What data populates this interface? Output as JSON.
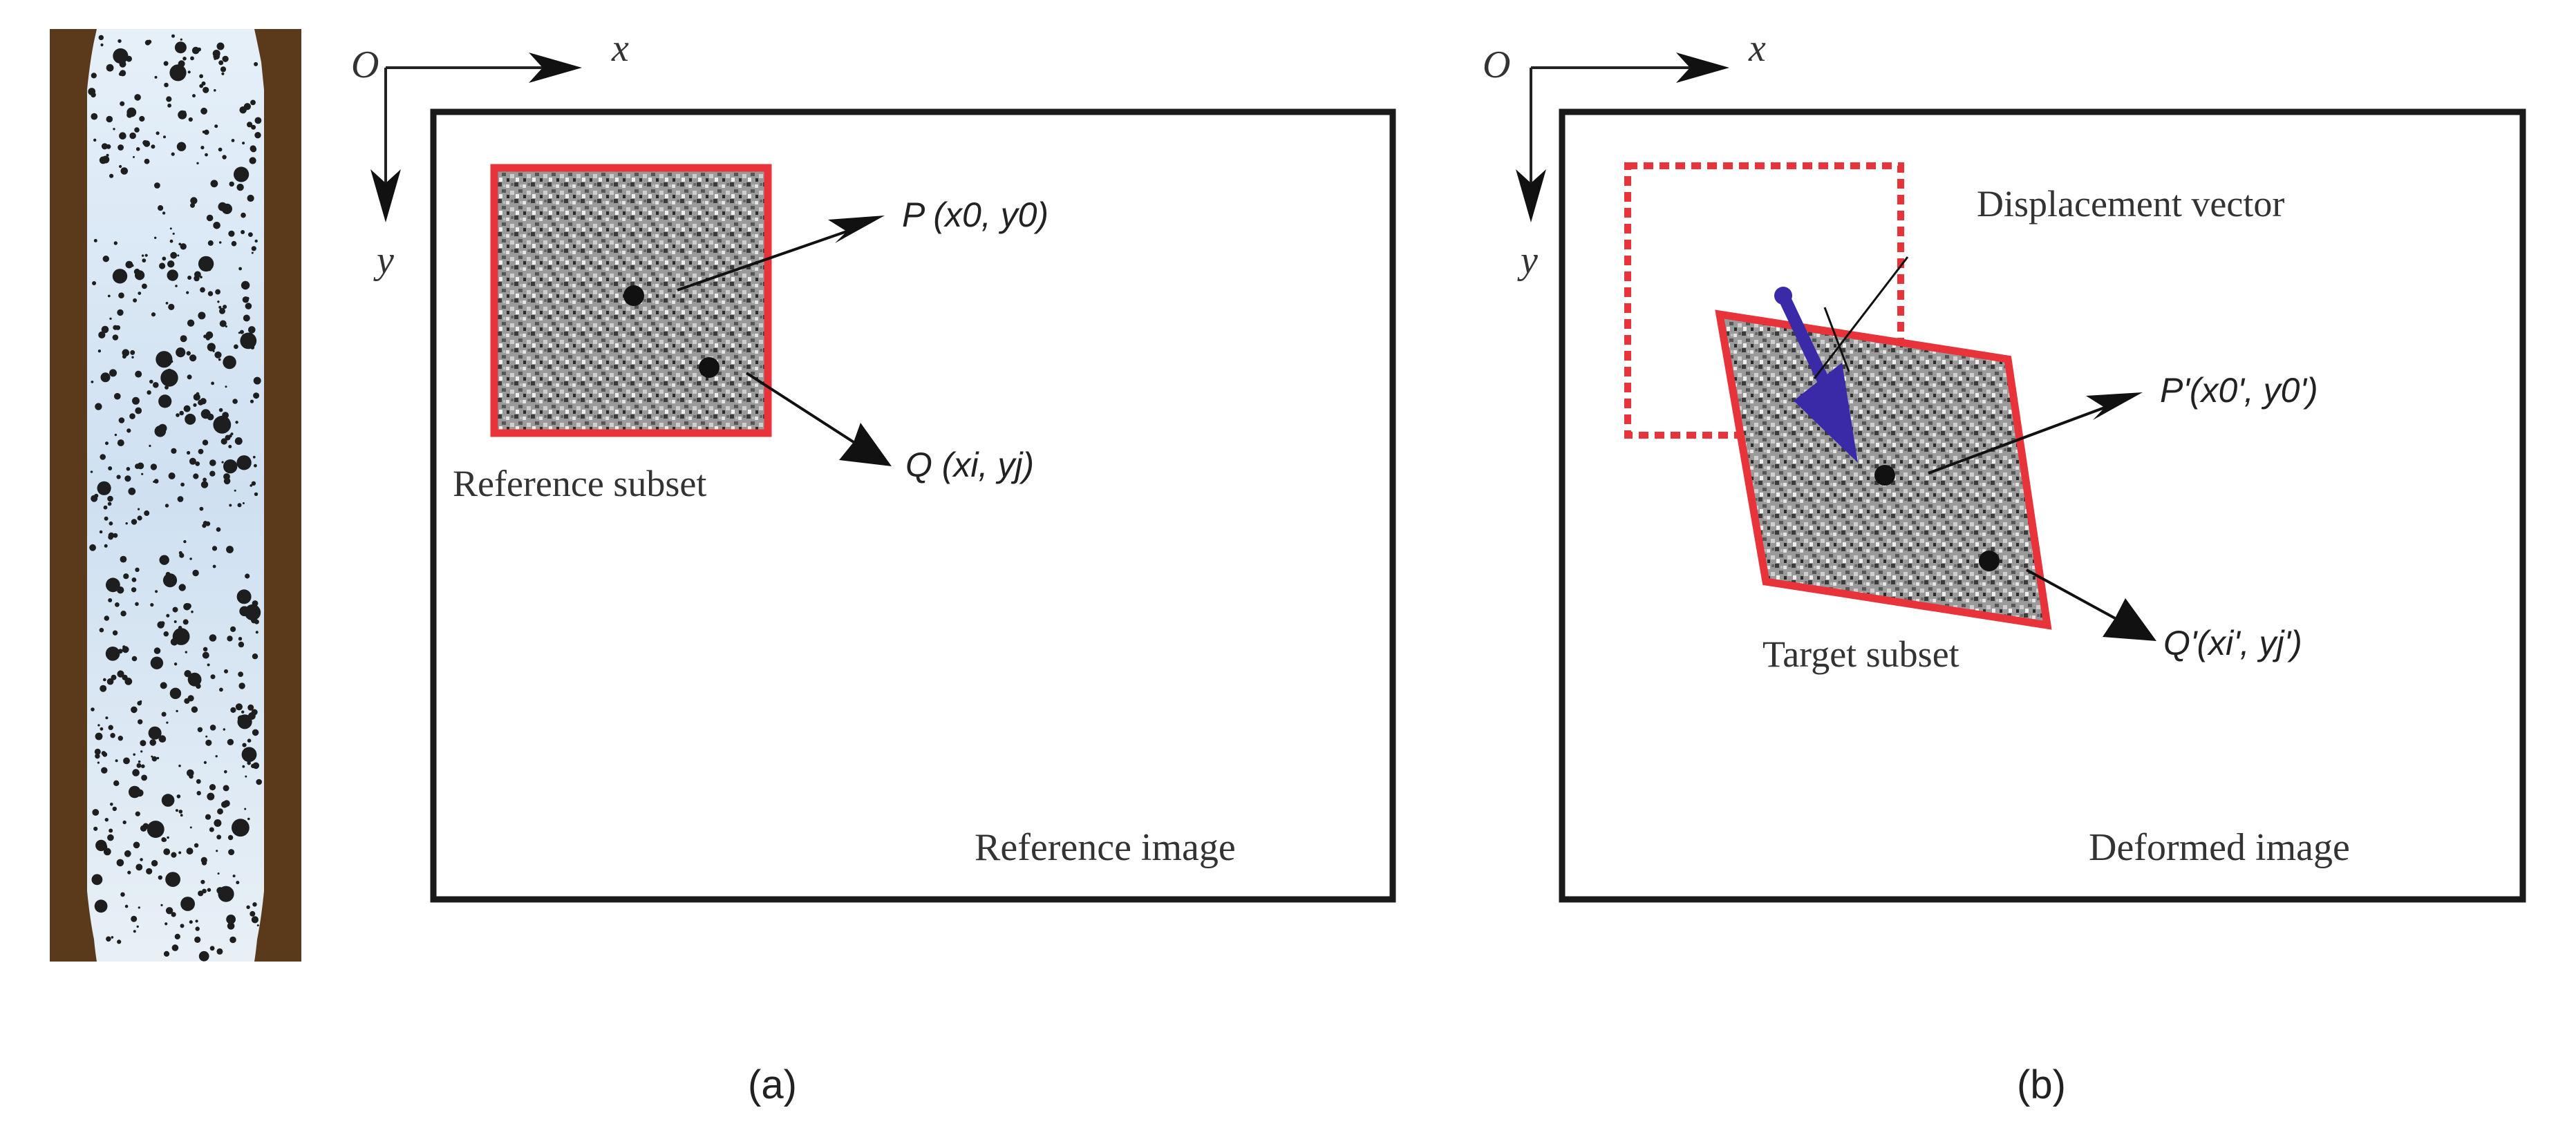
{
  "panel_a": {
    "origin": "O",
    "axis_x": "x",
    "axis_y": "y",
    "point_p": "P (x0, y0)",
    "point_q": "Q (xi, yj)",
    "subset_label": "Reference subset",
    "image_label": "Reference image",
    "caption": "(a)"
  },
  "panel_b": {
    "origin": "O",
    "axis_x": "x",
    "axis_y": "y",
    "displacement_label": "Displacement vector",
    "point_p": "P'(x0', y0')",
    "point_q": "Q'(xi', yj')",
    "subset_label": "Target subset",
    "image_label": "Deformed image",
    "caption": "(b)"
  },
  "colors": {
    "frame": "#1a1a1a",
    "subset_border": "#e8333b",
    "displacement_arrow": "#3a2aa8",
    "specimen_clamp": "#5a3a1a",
    "specimen_surface": "#dbe9f6",
    "speckle": "#1e1e1e"
  }
}
